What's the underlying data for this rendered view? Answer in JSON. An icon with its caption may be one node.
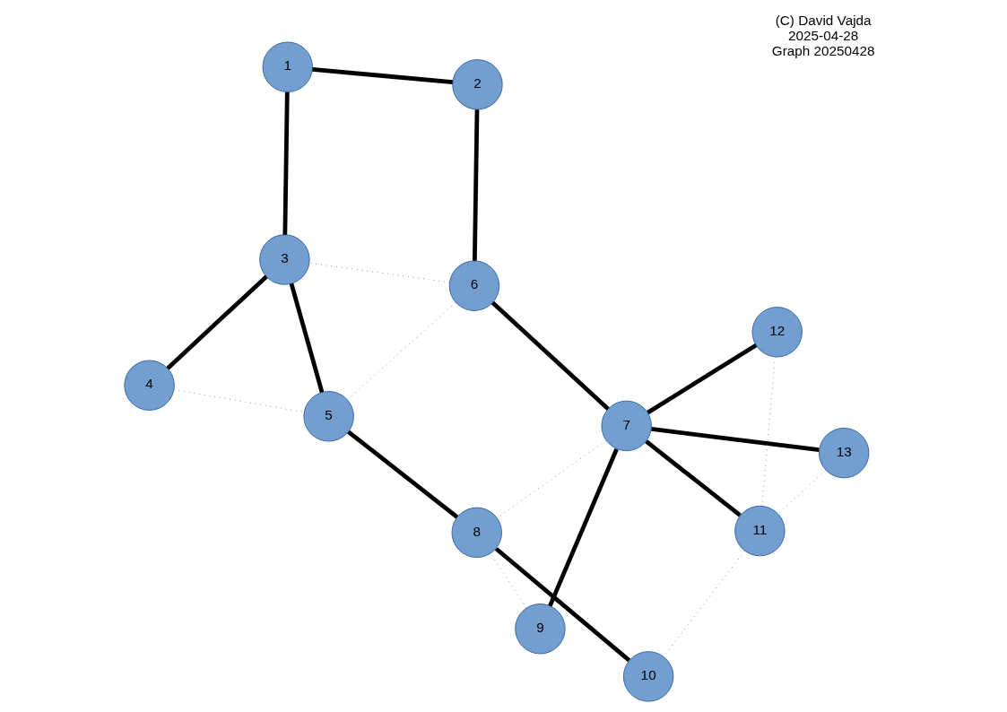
{
  "diagram": {
    "nodes": [
      {
        "text": [
          "1"
        ]
      },
      {
        "text": [
          "2"
        ]
      },
      {
        "text": [
          "3"
        ]
      },
      {
        "text": [
          "4"
        ]
      },
      {
        "text": [
          "5"
        ]
      },
      {
        "text": [
          "6"
        ]
      },
      {
        "text": [
          "7"
        ]
      },
      {
        "text": [
          "8"
        ]
      },
      {
        "text": [
          "9"
        ]
      },
      {
        "text": [
          "10"
        ]
      },
      {
        "text": [
          "11"
        ]
      },
      {
        "text": [
          "12"
        ]
      },
      {
        "text": [
          "13"
        ]
      }
    ],
    "edges": [
      {
        "from": 0,
        "to": 1,
        "arrow": "none"
      },
      {
        "from": 1,
        "to": 5,
        "arrow": "none"
      },
      {
        "from": 0,
        "to": 2,
        "arrow": "none"
      },
      {
        "from": 2,
        "to": 3,
        "arrow": "none"
      },
      {
        "from": 2,
        "to": 4,
        "arrow": "none"
      },
      {
        "from": 4,
        "to": 7,
        "arrow": "none"
      },
      {
        "from": 5,
        "to": 6,
        "arrow": "none"
      },
      {
        "from": 6,
        "to": 11,
        "arrow": "none"
      },
      {
        "from": 6,
        "to": 12,
        "arrow": "none"
      },
      {
        "from": 6,
        "to": 10,
        "arrow": "none"
      },
      {
        "from": 6,
        "to": 8,
        "arrow": "none"
      },
      {
        "from": 7,
        "to": 9,
        "arrow": "none"
      },
      {
        "from": 11,
        "to": 10,
        "arrow": "none",
        "style": "dashed",
        "color": "#8090c8"
      },
      {
        "from": 12,
        "to": 10,
        "arrow": "none",
        "style": "dashed",
        "color": "#8090c8"
      },
      {
        "from": 10,
        "to": 9,
        "arrow": "none",
        "style": "dashed",
        "color": "#8090c8"
      },
      {
        "from": 6,
        "to": 7,
        "arrow": "none",
        "style": "dashed",
        "color": "#8090c8"
      },
      {
        "from": 8,
        "to": 7,
        "arrow": "none",
        "style": "dashed",
        "color": "#8090c8"
      },
      {
        "from": 5,
        "to": 2,
        "arrow": "none",
        "style": "dashed",
        "color": "#8090c8"
      },
      {
        "from": 5,
        "to": 4,
        "arrow": "none",
        "style": "dashed",
        "color": "#8090c8"
      },
      {
        "from": 3,
        "to": 4,
        "arrow": "none",
        "style": "dashed",
        "color": "#8090c8"
      }
    ],
    "labels": [
      "(C) David Vajda",
      "2025-04-28",
      "Graph 20250428"
    ]
  }
}
